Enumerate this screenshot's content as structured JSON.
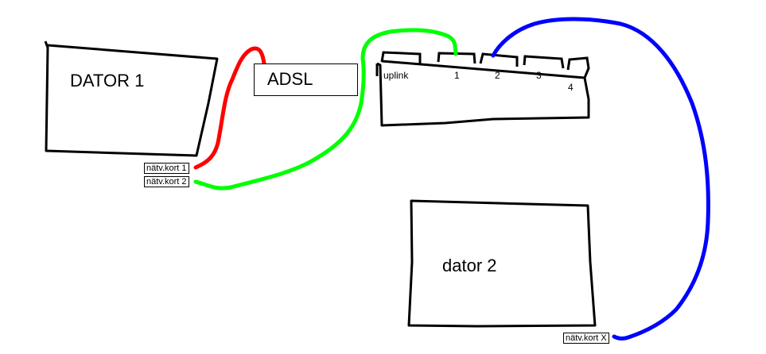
{
  "computer1": {
    "label": "DATOR 1"
  },
  "computer2": {
    "label": "dator 2"
  },
  "adsl": {
    "label": "ADSL"
  },
  "switch": {
    "ports": {
      "uplink": "uplink",
      "p1": "1",
      "p2": "2",
      "p3": "3",
      "p4": "4"
    }
  },
  "nic_labels": {
    "nic1": "nätv.kort 1",
    "nic2": "nätv.kort 2",
    "nicx": "nätv.kort X"
  },
  "cable_colors": {
    "red": "#ff0000",
    "green": "#00ff00",
    "blue": "#0000ff"
  }
}
